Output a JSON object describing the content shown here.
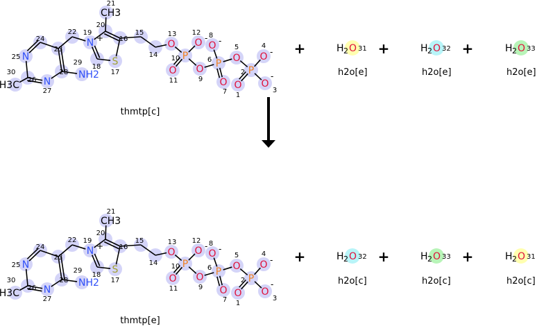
{
  "reaction": {
    "reactants": [
      {
        "name": "thmtp[c]",
        "type": "molecule"
      },
      {
        "name": "h2o[e]",
        "formula_h": "H",
        "formula_sub": "2",
        "formula_o": "O",
        "atom_index": "31",
        "highlight": "#ffffb0"
      },
      {
        "name": "h2o[e]",
        "formula_h": "H",
        "formula_sub": "2",
        "formula_o": "O",
        "atom_index": "32",
        "highlight": "#b8f4f8"
      },
      {
        "name": "h2o[e]",
        "formula_h": "H",
        "formula_sub": "2",
        "formula_o": "O",
        "atom_index": "33",
        "highlight": "#b8f4b8"
      }
    ],
    "products": [
      {
        "name": "thmtp[e]",
        "type": "molecule"
      },
      {
        "name": "h2o[c]",
        "formula_h": "H",
        "formula_sub": "2",
        "formula_o": "O",
        "atom_index": "32",
        "highlight": "#b8f4f8"
      },
      {
        "name": "h2o[c]",
        "formula_h": "H",
        "formula_sub": "2",
        "formula_o": "O",
        "atom_index": "33",
        "highlight": "#b8f4b8"
      },
      {
        "name": "h2o[c]",
        "formula_h": "H",
        "formula_sub": "2",
        "formula_o": "O",
        "atom_index": "31",
        "highlight": "#ffffb0"
      }
    ],
    "plus_sign": "+",
    "arrow_direction": "down"
  },
  "molecule": {
    "atoms": [
      {
        "id": "1",
        "el": "O"
      },
      {
        "id": "2",
        "el": "P"
      },
      {
        "id": "3",
        "el": "O",
        "charge": "-"
      },
      {
        "id": "4",
        "el": "O",
        "charge": "-"
      },
      {
        "id": "5",
        "el": "O"
      },
      {
        "id": "6",
        "el": "P"
      },
      {
        "id": "7",
        "el": "O"
      },
      {
        "id": "8",
        "el": "O",
        "charge": "-"
      },
      {
        "id": "9",
        "el": "O"
      },
      {
        "id": "10",
        "el": "P"
      },
      {
        "id": "11",
        "el": "O"
      },
      {
        "id": "12",
        "el": "O",
        "charge": "-"
      },
      {
        "id": "13",
        "el": "O"
      },
      {
        "id": "14",
        "el": ""
      },
      {
        "id": "15",
        "el": ""
      },
      {
        "id": "16",
        "el": ""
      },
      {
        "id": "17",
        "el": "S"
      },
      {
        "id": "18",
        "el": ""
      },
      {
        "id": "19",
        "el": "N",
        "charge": "+"
      },
      {
        "id": "20",
        "el": ""
      },
      {
        "id": "21",
        "el": "CH3"
      },
      {
        "id": "22",
        "el": ""
      },
      {
        "id": "23",
        "el": ""
      },
      {
        "id": "24",
        "el": ""
      },
      {
        "id": "25",
        "el": "N"
      },
      {
        "id": "26",
        "el": ""
      },
      {
        "id": "27",
        "el": "N"
      },
      {
        "id": "28",
        "el": ""
      },
      {
        "id": "29",
        "el": "NH2"
      },
      {
        "id": "30",
        "el": "H3C"
      }
    ],
    "colors": {
      "N": "#3050f8",
      "O": "#e0103a",
      "P": "#f08020",
      "S": "#a0a030",
      "C": "#000000"
    }
  }
}
